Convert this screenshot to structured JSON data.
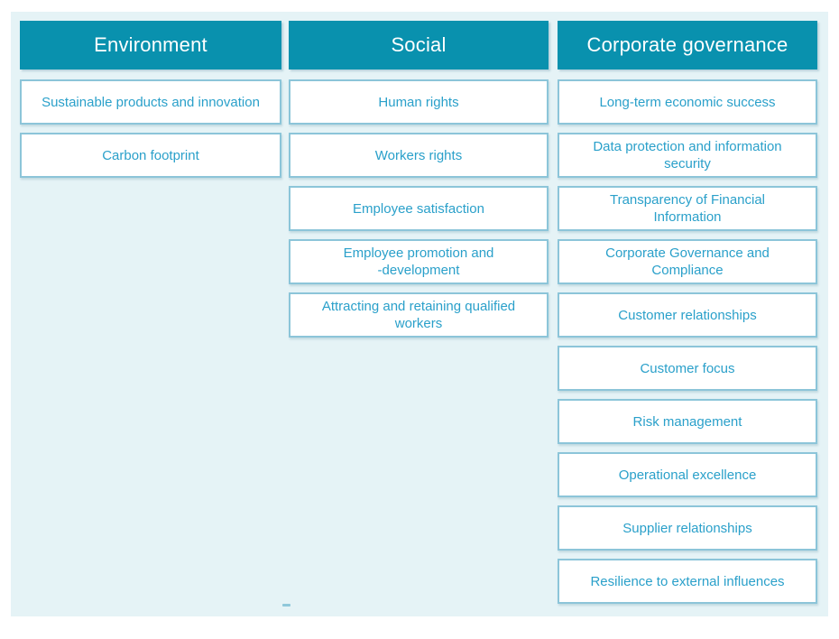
{
  "slide": {
    "background": "#ffffff",
    "panel_background": "#e5f3f6",
    "header_bg_color": "#0991ae",
    "header_text_color": "#ffffff",
    "box_border_color": "#8cc5d9",
    "box_text_color": "#2aa0ca"
  },
  "columns": [
    {
      "id": "environment",
      "header": "Environment",
      "items": [
        "Sustainable products and innovation",
        "Carbon footprint"
      ]
    },
    {
      "id": "social",
      "header": "Social",
      "items": [
        "Human rights",
        "Workers rights",
        "Employee satisfaction",
        "Employee promotion and\n-development",
        "Attracting and retaining qualified\nworkers"
      ]
    },
    {
      "id": "corporate-governance",
      "header": "Corporate governance",
      "items": [
        "Long-term economic success",
        "Data protection and information\nsecurity",
        "Transparency of Financial\nInformation",
        "Corporate Governance and\nCompliance",
        "Customer relationships",
        "Customer focus",
        "Risk management",
        "Operational excellence",
        "Supplier relationships",
        "Resilience to external influences"
      ]
    }
  ],
  "decorations": {
    "stray_dash": "-"
  }
}
